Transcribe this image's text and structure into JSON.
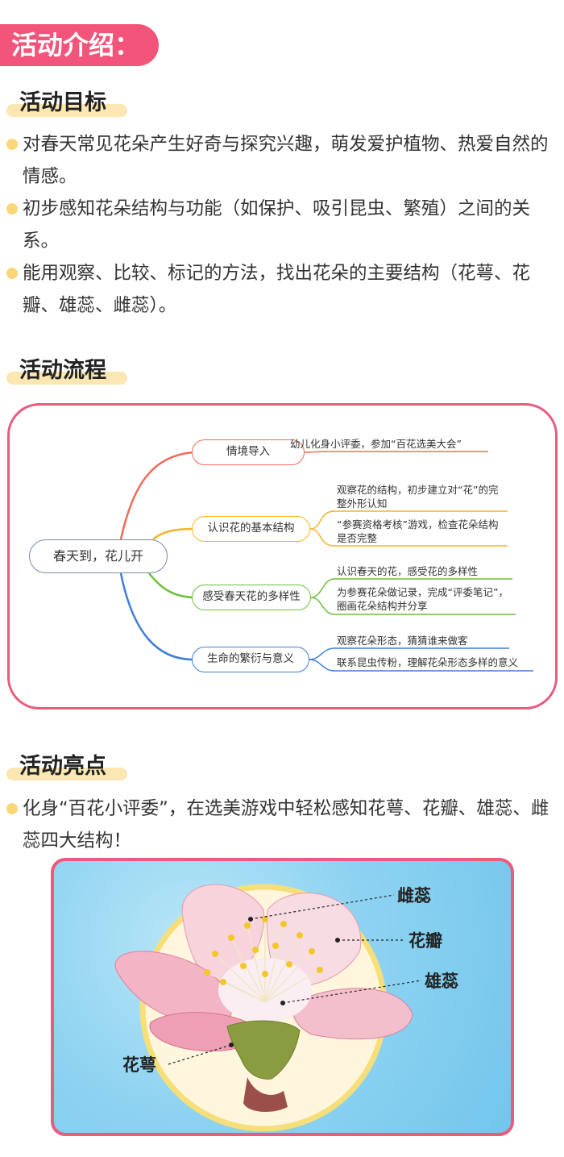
{
  "main_title": "活动介绍：",
  "sections": {
    "goals": {
      "title": "活动目标",
      "items": [
        "对春天常见花朵产生好奇与探究兴趣，萌发爱护植物、热爱自然的情感。",
        "初步感知花朵结构与功能（如保护、吸引昆虫、繁殖）之间的关系。",
        "能用观察、比较、标记的方法，找出花朵的主要结构（花萼、花瓣、雄蕊、雌蕊）。"
      ]
    },
    "process": {
      "title": "活动流程",
      "root": "春天到，花儿开",
      "branches": [
        {
          "label": "情境导入",
          "color": "#ef6b57",
          "leaves": [
            "幼儿化身小评委，参加“百花选美大会”"
          ]
        },
        {
          "label": "认识花的基本结构",
          "color": "#f4b428",
          "leaves": [
            "观察花的结构，初步建立对“花”的完整外形认知",
            "“参赛资格考核”游戏，检查花朵结构是否完整"
          ]
        },
        {
          "label": "感受春天花的多样性",
          "color": "#6cbf3c",
          "leaves": [
            "认识春天的花，感受花的多样性",
            "为参赛花朵做记录，完成“评委笔记”，圈画花朵结构并分享"
          ]
        },
        {
          "label": "生命的繁衍与意义",
          "color": "#3f7fd4",
          "leaves": [
            "观察花朵形态，猜猜谁来做客",
            "联系昆虫传粉，理解花朵形态多样的意义"
          ]
        }
      ]
    },
    "highlights": {
      "title": "活动亮点",
      "items": [
        "化身“百花小评委”，在选美游戏中轻松感知花萼、花瓣、雄蕊、雌蕊四大结构！"
      ]
    }
  },
  "flower_labels": {
    "pistil": "雌蕊",
    "petal": "花瓣",
    "stamen": "雄蕊",
    "sepal": "花萼"
  },
  "colors": {
    "accent_pink": "#f2547a",
    "highlight_yellow": "#fce7b2",
    "bullet_yellow": "#fbd77a"
  }
}
